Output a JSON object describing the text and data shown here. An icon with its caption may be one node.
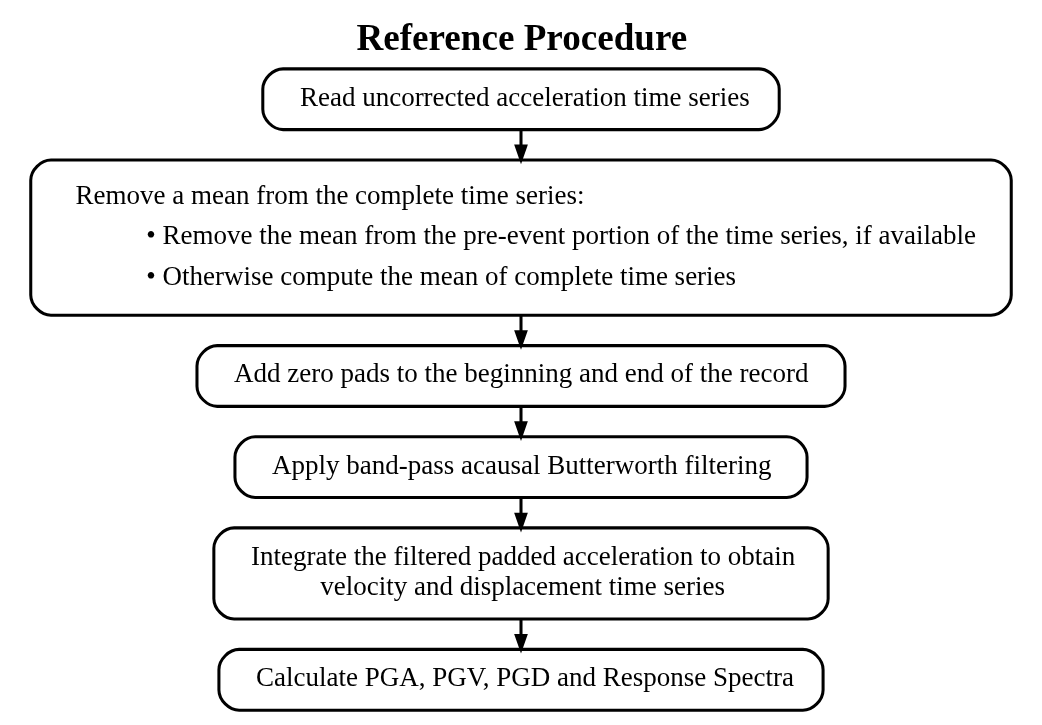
{
  "diagram": {
    "title": "Reference Procedure",
    "nodes": [
      {
        "text": [
          "Read uncorrected acceleration time series"
        ]
      },
      {
        "text": [
          "Remove a mean from the complete time series:",
          "• Remove the mean from the pre-event portion of the time series, if available",
          "• Otherwise compute the mean of complete time series"
        ]
      },
      {
        "text": [
          "Add zero pads to the beginning and end of the record"
        ]
      },
      {
        "text": [
          "Apply band-pass acausal Butterworth filtering"
        ]
      },
      {
        "text": [
          "Integrate the filtered padded acceleration to obtain velocity and displacement time series"
        ]
      },
      {
        "text": [
          "Calculate PGA, PGV, PGD and Response Spectra"
        ]
      }
    ],
    "edges": [
      {
        "from": 0,
        "to": 1,
        "arrow": "to"
      },
      {
        "from": 1,
        "to": 2,
        "arrow": "to"
      },
      {
        "from": 2,
        "to": 3,
        "arrow": "to"
      },
      {
        "from": 3,
        "to": 4,
        "arrow": "to"
      },
      {
        "from": 4,
        "to": 5,
        "arrow": "to"
      }
    ]
  }
}
